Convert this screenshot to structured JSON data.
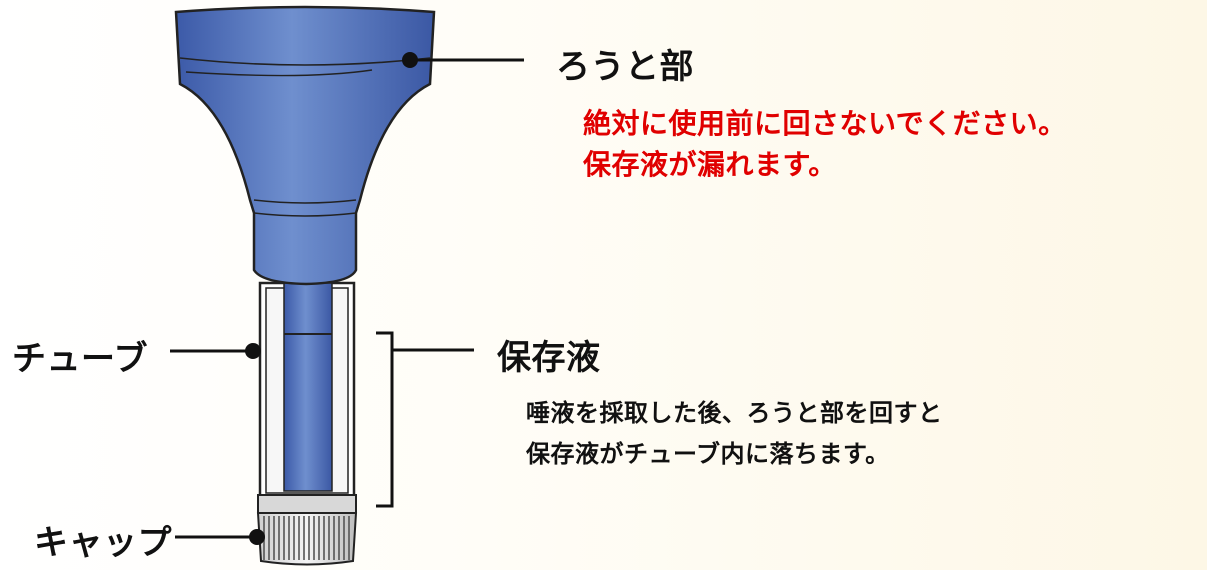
{
  "labels": {
    "funnel": "ろうと部",
    "funnel_warning_1": "絶対に使用前に回さないでください。",
    "funnel_warning_2": "保存液が漏れます。",
    "tube": "チューブ",
    "preservative": "保存液",
    "preservative_desc_1": "唾液を採取した後、ろうと部を回すと",
    "preservative_desc_2": "保存液がチューブ内に落ちます。",
    "cap": "キャップ"
  },
  "colors": {
    "funnel_blue": "#4f6fb8",
    "warning_red": "#e00000",
    "text": "#111111"
  }
}
